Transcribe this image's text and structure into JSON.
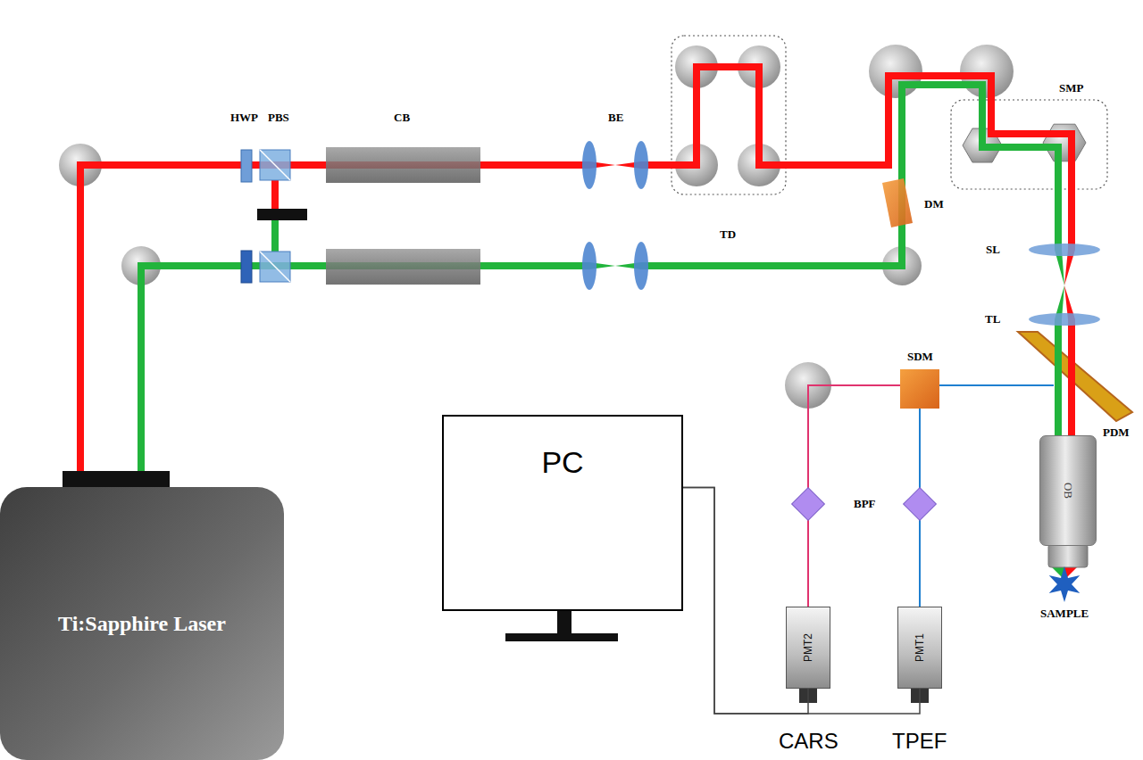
{
  "diagram": {
    "nodes": [
      {
        "text": [
          "Ti:Sapphire Laser"
        ]
      },
      {
        "text": [
          "PC"
        ]
      },
      {
        "text": [
          "PMT2"
        ]
      },
      {
        "text": [
          "PMT1"
        ]
      },
      {
        "text": [
          "OB"
        ]
      }
    ],
    "edges": [
      {
        "from": 1,
        "to": 2,
        "arrow": "none"
      },
      {
        "from": 1,
        "to": 3,
        "arrow": "none"
      }
    ],
    "labels": [
      "HWP",
      "PBS",
      "CB",
      "BE",
      "TD",
      "DM",
      "SMP",
      "SL",
      "TL",
      "PDM",
      "SDM",
      "BPF",
      "SAMPLE",
      "CARS",
      "TPEF"
    ]
  }
}
